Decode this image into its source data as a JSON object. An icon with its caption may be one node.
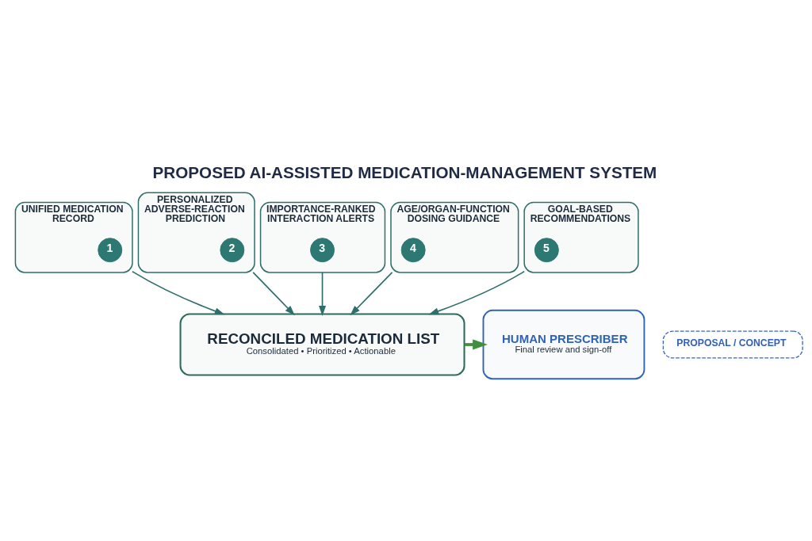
{
  "diagram": {
    "title": "PROPOSED AI-ASSISTED MEDICATION-MANAGEMENT SYSTEM",
    "nodes": [
      {
        "text": [
          "UNIFIED MEDICATION RECORD"
        ]
      },
      {
        "text": [
          "1"
        ],
        "in": 0
      },
      {
        "text": [
          "PERSONALIZED ADVERSE-REACTION PREDICTION"
        ]
      },
      {
        "text": [
          "2"
        ],
        "in": 2
      },
      {
        "text": [
          "IMPORTANCE-RANKED INTERACTION ALERTS"
        ]
      },
      {
        "text": [
          "3"
        ],
        "in": 4
      },
      {
        "text": [
          "AGE/ORGAN-FUNCTION DOSING GUIDANCE"
        ]
      },
      {
        "text": [
          "4"
        ],
        "in": 6
      },
      {
        "text": [
          "GOAL-BASED RECOMMENDATIONS"
        ]
      },
      {
        "text": [
          "5"
        ],
        "in": 8
      },
      {
        "text": [
          "RECONCILED MEDICATION LIST",
          "Consolidated • Prioritized • Actionable"
        ]
      },
      {
        "text": [
          "HUMAN PRESCRIBER",
          "Final review and sign-off"
        ]
      },
      {
        "text": [
          "PROPOSAL / CONCEPT"
        ]
      }
    ],
    "edges": [
      {
        "from": 0,
        "to": 10,
        "arrow": "to"
      },
      {
        "from": 2,
        "to": 10,
        "arrow": "to"
      },
      {
        "from": 4,
        "to": 10,
        "arrow": "to"
      },
      {
        "from": 6,
        "to": 10,
        "arrow": "to"
      },
      {
        "from": 8,
        "to": 10,
        "arrow": "to"
      },
      {
        "from": 10,
        "to": 11,
        "arrow": "to",
        "style": "thick",
        "color": "#3f8f3f"
      }
    ]
  }
}
